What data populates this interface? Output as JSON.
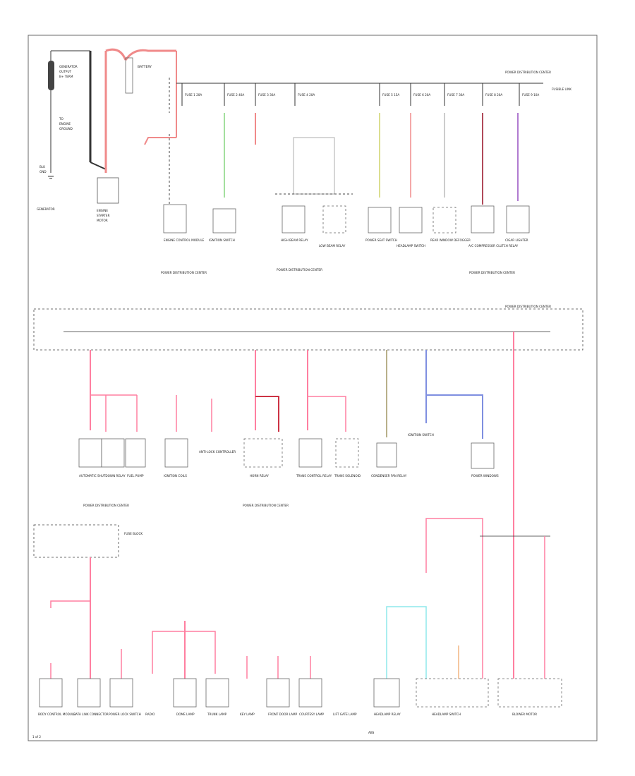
{
  "colors": {
    "border": "#6a6a6a",
    "wire_black": "#333333",
    "wire_red": "#f08a8a",
    "wire_pink": "#ff7fa0",
    "wire_green": "#86d47e",
    "wire_yellow": "#cfd36a",
    "wire_dkred": "#b04a5a",
    "wire_purple": "#b07ad0",
    "wire_olive": "#b8b08a",
    "wire_blue": "#7f8fe0",
    "wire_cyan": "#8ee8ec",
    "wire_peach": "#f5c7a0",
    "box_fill": "#ffffff"
  },
  "labels": {
    "pdc_top": "POWER DISTRIBUTION CENTER",
    "pdc_mid": "POWER DISTRIBUTION CENTER",
    "pdc_bottom_left": "POWER DISTRIBUTION CENTER",
    "pdc_bottom_mid": "POWER DISTRIBUTION CENTER",
    "pdc_bottom_top_left": "POWER DISTRIBUTION CENTER",
    "fuse_block": "FUSE BLOCK",
    "battery": "BATTERY",
    "generator": "GENERATOR",
    "starter": "ENGINE STARTER MOTOR",
    "abs": "ABS",
    "fusible_link": "FUSIBLE LINK",
    "page_num": "1 of 2"
  },
  "top_components": [
    "ENGINE CONTROL MODULE",
    "IGNITION SWITCH",
    "HIGH BEAM RELAY",
    "LOW BEAM RELAY",
    "POWER SEAT SWITCH",
    "HEADLAMP SWITCH",
    "REAR WINDOW DEFOGGER",
    "A/C COMPRESSOR CLUTCH RELAY",
    "CIGAR LIGHTER"
  ],
  "mid_components": [
    "AUTOMATIC SHUTDOWN RELAY",
    "FUEL PUMP",
    "IGNITION COILS",
    "ANTI-LOCK CONTROLLER",
    "HORN RELAY",
    "TRANS CONTROL RELAY",
    "TRANS SOLENOID",
    "CONDENSER FAN RELAY",
    "IGNITION SWITCH",
    "POWER WINDOWS"
  ],
  "bottom_components": [
    "BODY CONTROL MODULE",
    "DATA LINK CONNECTOR",
    "POWER LOCK SWITCH",
    "RADIO",
    "DOME LAMP",
    "TRUNK LAMP",
    "KEY LAMP",
    "FRONT DOOR LAMP",
    "COURTESY LAMP",
    "LIFT GATE LAMP",
    "HEADLAMP RELAY",
    "HEADLAMP SWITCH",
    "BLOWER MOTOR"
  ],
  "fuse_labels": [
    "FUSE 1 20A",
    "FUSE 2 40A",
    "FUSE 3 30A",
    "FUSE 4 20A",
    "FUSE 5 15A",
    "FUSE 6 20A",
    "FUSE 7 30A",
    "FUSE 8 20A",
    "FUSE 9 10A"
  ]
}
